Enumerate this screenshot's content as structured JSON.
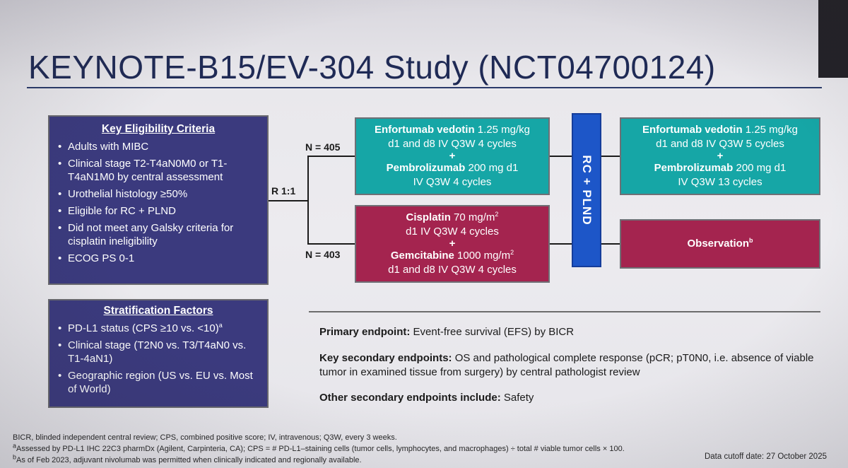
{
  "title": "KEYNOTE-B15/EV-304 Study (NCT04700124)",
  "eligibility": {
    "heading": "Key Eligibility Criteria",
    "items": [
      "Adults with MIBC",
      "Clinical stage T2-T4aN0M0 or T1-T4aN1M0 by central assessment",
      "Urothelial histology ≥50%",
      "Eligible for RC + PLND",
      "Did not meet any Galsky criteria for cisplatin ineligibility",
      "ECOG PS 0-1"
    ]
  },
  "stratification": {
    "heading": "Stratification Factors",
    "items": [
      "PD-L1 status (CPS ≥10 vs. <10)",
      "Clinical stage (T2N0 vs. T3/T4aN0 vs. T1-4aN1)",
      "Geographic region (US vs. EU vs. Most of World)"
    ],
    "item0_sup": "a"
  },
  "randomization": "R 1:1",
  "n_top": "N = 405",
  "n_bottom": "N = 403",
  "arm_ev_neo": {
    "drug1": "Enfortumab vedotin",
    "dose1": " 1.25 mg/kg",
    "sched1": "d1 and d8 IV Q3W 4 cycles",
    "plus": "+",
    "drug2": "Pembrolizumab",
    "dose2": " 200 mg d1",
    "sched2": "IV Q3W 4 cycles"
  },
  "arm_cis": {
    "drug1": "Cisplatin",
    "dose1": " 70 mg/m",
    "sup1": "2",
    "sched1": "d1 IV Q3W 4 cycles",
    "plus": "+",
    "drug2": "Gemcitabine",
    "dose2": " 1000 mg/m",
    "sup2": "2",
    "sched2": "d1 and d8 IV Q3W 4 cycles"
  },
  "surgery": "RC + PLND",
  "arm_ev_adj": {
    "drug1": "Enfortumab vedotin",
    "dose1": " 1.25 mg/kg",
    "sched1": "d1 and d8 IV Q3W 5 cycles",
    "plus": "+",
    "drug2": "Pembrolizumab",
    "dose2": " 200 mg d1",
    "sched2": "IV Q3W 13 cycles"
  },
  "observation": {
    "label": "Observation",
    "sup": "b"
  },
  "endpoints": {
    "primary_label": "Primary endpoint:",
    "primary_text": " Event-free survival (EFS) by BICR",
    "secondary_label": "Key secondary endpoints:",
    "secondary_text": " OS and pathological complete response (pCR; pT0N0, i.e. absence of viable tumor in examined tissue from surgery) by central pathologist review",
    "other_label": "Other secondary endpoints include:",
    "other_text": " Safety"
  },
  "footnotes": {
    "abbrev": "BICR, blinded independent central review; CPS, combined positive score; IV, intravenous; Q3W, every 3 weeks.",
    "a_mark": "a",
    "a_text": "Assessed by PD-L1 IHC 22C3 pharmDx (Agilent, Carpinteria, CA); CPS = # PD-L1–staining cells (tumor cells, lymphocytes, and macrophages) ÷ total # viable tumor cells × 100.",
    "b_mark": "b",
    "b_text": "As of Feb 2023, adjuvant nivolumab was permitted when clinically indicated and regionally available."
  },
  "data_cutoff": "Data cutoff date: 27 October 2025",
  "colors": {
    "panel_purple": "#3b3a7e",
    "arm_teal": "#16a6a6",
    "arm_maroon": "#a4244f",
    "surgery_blue": "#1d56c8",
    "title_navy": "#1f2a55"
  }
}
